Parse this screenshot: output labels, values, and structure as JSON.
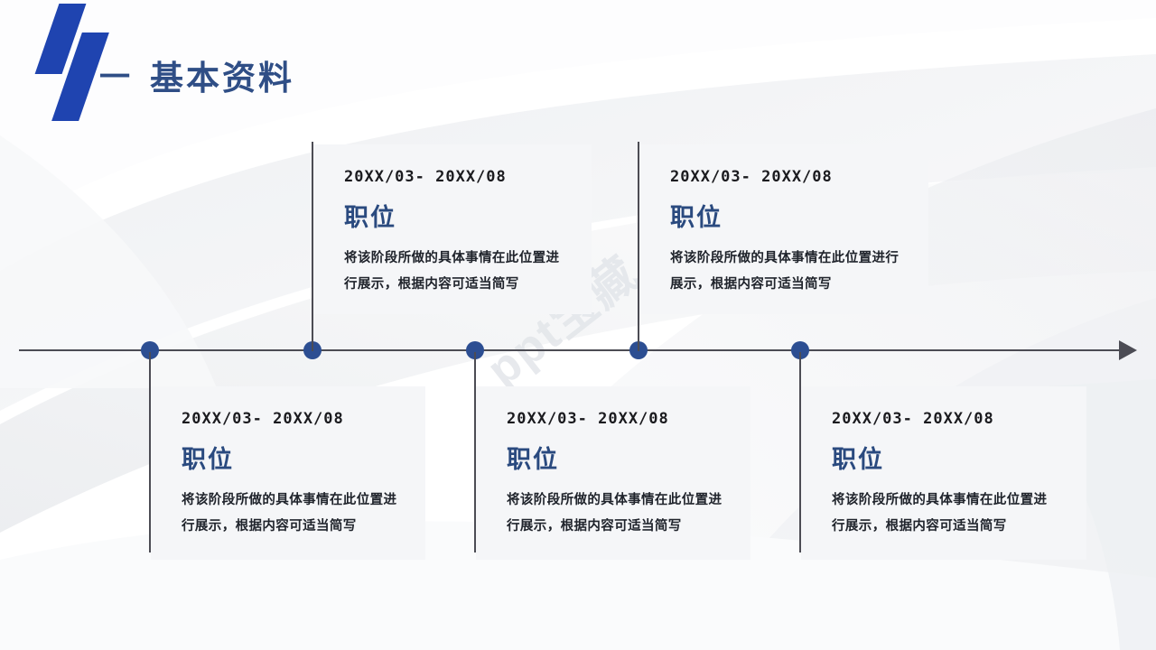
{
  "slide": {
    "background_color": "#ffffff",
    "accent_color": "#2a4a7f",
    "logo_color": "#1f44b0",
    "axis_color": "#4c4c54",
    "card_background": "#f5f6f8",
    "watermark_text": "ppt宝藏"
  },
  "header": {
    "dash": "一",
    "title": "基本资料"
  },
  "timeline": {
    "dot_count": 5,
    "arrow_direction": "right",
    "items": [
      {
        "position": "bottom",
        "index": 1,
        "date": "20XX/03- 20XX/08",
        "role": "职位",
        "description": "将该阶段所做的具体事情在此位置进行展示，根据内容可适当简写"
      },
      {
        "position": "top",
        "index": 2,
        "date": "20XX/03- 20XX/08",
        "role": "职位",
        "description": "将该阶段所做的具体事情在此位置进行展示，根据内容可适当简写"
      },
      {
        "position": "bottom",
        "index": 3,
        "date": "20XX/03- 20XX/08",
        "role": "职位",
        "description": "将该阶段所做的具体事情在此位置进行展示，根据内容可适当简写"
      },
      {
        "position": "top",
        "index": 4,
        "date": "20XX/03- 20XX/08",
        "role": "职位",
        "description": "将该阶段所做的具体事情在此位置进行展示，根据内容可适当简写"
      },
      {
        "position": "bottom",
        "index": 5,
        "date": "20XX/03- 20XX/08",
        "role": "职位",
        "description": "将该阶段所做的具体事情在此位置进行展示，根据内容可适当简写"
      }
    ]
  }
}
